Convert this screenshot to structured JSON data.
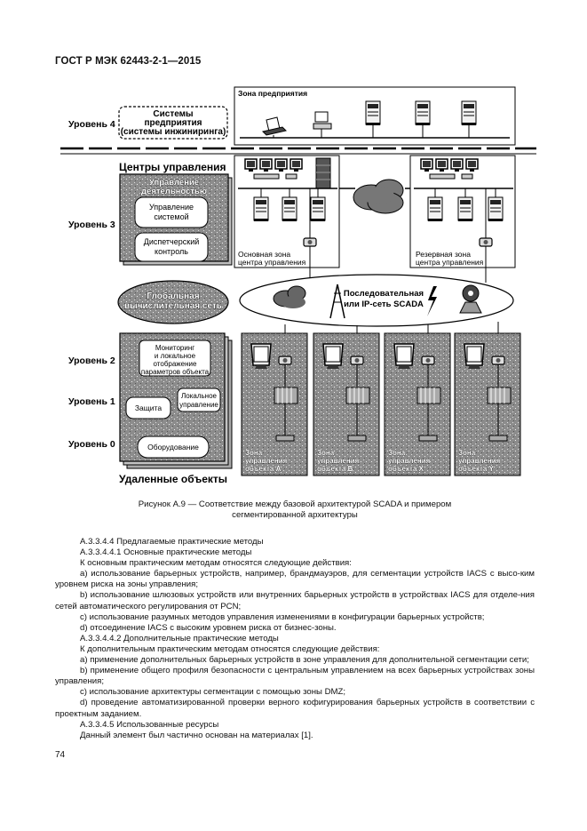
{
  "header": "ГОСТ Р МЭК 62443-2-1—2015",
  "figure": {
    "levels": {
      "l4": "Уровень 4",
      "l3": "Уровень 3",
      "l2": "Уровень 2",
      "l1": "Уровень 1",
      "l0": "Уровень 0"
    },
    "enterprise_systems": [
      "Системы",
      "предприятия",
      "(системы инжиниринга)"
    ],
    "enterprise_zone": "Зона предприятия",
    "control_centers": "Центры управления",
    "ops_mgmt": [
      "Управление",
      "деятельностью"
    ],
    "sys_mgmt": [
      "Управление",
      "системой"
    ],
    "dispatch": [
      "Диспетчерский",
      "контроль"
    ],
    "global_net": [
      "Глобальная",
      "вычислительная сеть"
    ],
    "primary_zone": [
      "Основная зона",
      "центра управления"
    ],
    "backup_zone": [
      "Резервная зона",
      "центра управления"
    ],
    "scada_net": [
      "Последовательная",
      "или IP-сеть SCADA"
    ],
    "monitoring": [
      "Мониторинг",
      "и локальное",
      "отображение",
      "параметров объекта"
    ],
    "protection": "Защита",
    "local_ctrl": [
      "Локальное",
      "управление"
    ],
    "equipment": "Оборудование",
    "remote_sites": "Удаленные объекты",
    "site_zones": [
      [
        "Зона",
        "управления",
        "объекта A"
      ],
      [
        "Зона",
        "управления",
        "объекта B"
      ],
      [
        "Зона",
        "управления",
        "объекта X"
      ],
      [
        "Зона",
        "управления",
        "объекта Y"
      ]
    ]
  },
  "caption": [
    "Рисунок А.9 — Соответствие между базовой архитектурой SCADA и примером",
    "сегментированной архитектуры"
  ],
  "paragraphs": [
    "А.3.3.4.4 Предлагаемые практические методы",
    "А.3.3.4.4.1 Основные практические методы",
    "К основным практическим методам относятся следующие действия:",
    "а) использование барьерных устройств, например, брандмауэров, для сегментации устройств IACS с высо-ким уровнем риска на зоны управления;",
    "b) использование шлюзовых устройств или внутренних барьерных устройств в устройствах IACS для отделе-ния сетей автоматического регулирования от PCN;",
    "c) использование разумных методов управления изменениями в конфигурации барьерных устройств;",
    "d) отсоединение IACS с высоким уровнем риска от бизнес-зоны.",
    "А.3.3.4.4.2 Дополнительные практические методы",
    "К дополнительным практическим методам относятся следующие действия:",
    "а) применение дополнительных барьерных устройств в зоне управления для дополнительной сегментации сети;",
    "b) применение общего профиля безопасности с центральным управлением на всех барьерных устройствах зоны управления;",
    "c) использование архитектуры сегментации с помощью зоны DMZ;",
    "d) проведение автоматизированной проверки верного кофигурирования барьерных устройств в соответствии с проектным заданием.",
    "А.3.3.4.5 Использованные ресурсы",
    "Данный элемент был частично основан на материалах [1]."
  ],
  "page_number": "74"
}
